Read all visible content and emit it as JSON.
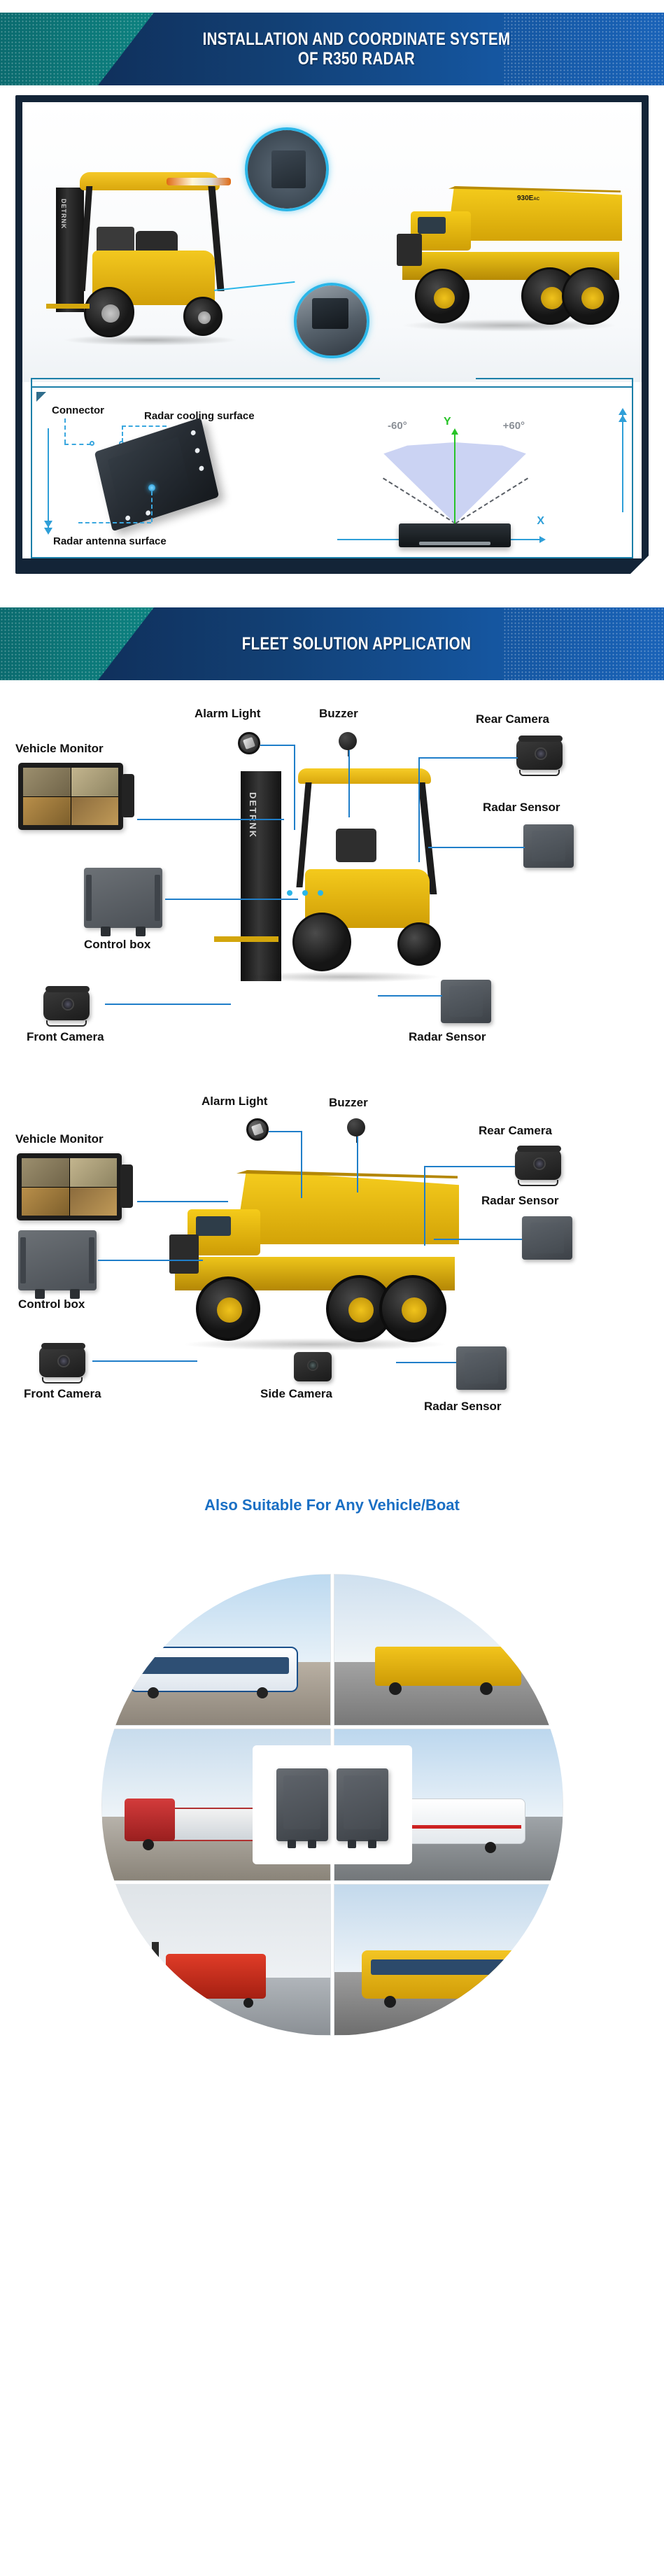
{
  "banner1": {
    "line1": "INSTALLATION AND COORDINATE SYSTEM",
    "line2": "OF R350 RADAR"
  },
  "banner2": {
    "line1": "FLEET SOLUTION APPLICATION"
  },
  "coordinate_diagram": {
    "connector_label": "Connector",
    "cooling_label": "Radar cooling surface",
    "antenna_label": "Radar antenna surface",
    "angle_left": "-60°",
    "angle_right": "+60°",
    "axis_y": "Y",
    "axis_x": "X"
  },
  "vehicle_brand": "DETRNK",
  "truck_model": "930E",
  "truck_model_sub": "AC",
  "fleet_forklift": {
    "labels": [
      {
        "name": "Vehicle Monitor",
        "key": "vehicle-monitor"
      },
      {
        "name": "Alarm Light",
        "key": "alarm-light"
      },
      {
        "name": "Buzzer",
        "key": "buzzer"
      },
      {
        "name": "Rear Camera",
        "key": "rear-camera"
      },
      {
        "name": "Radar Sensor",
        "key": "radar-sensor-top"
      },
      {
        "name": "Control box",
        "key": "control-box"
      },
      {
        "name": "Front Camera",
        "key": "front-camera"
      },
      {
        "name": "Radar Sensor",
        "key": "radar-sensor-bottom"
      }
    ]
  },
  "fleet_truck": {
    "labels": [
      {
        "name": "Vehicle Monitor",
        "key": "vehicle-monitor"
      },
      {
        "name": "Alarm Light",
        "key": "alarm-light"
      },
      {
        "name": "Buzzer",
        "key": "buzzer"
      },
      {
        "name": "Rear Camera",
        "key": "rear-camera"
      },
      {
        "name": "Radar Sensor",
        "key": "radar-sensor-top"
      },
      {
        "name": "Control box",
        "key": "control-box"
      },
      {
        "name": "Front Camera",
        "key": "front-camera"
      },
      {
        "name": "Side Camera",
        "key": "side-camera"
      },
      {
        "name": "Radar Sensor",
        "key": "radar-sensor-bottom"
      }
    ]
  },
  "suitable": {
    "title": "Also Suitable For Any Vehicle/Boat",
    "cells": [
      {
        "key": "tour-bus",
        "caption": ""
      },
      {
        "key": "dump-truck",
        "caption": ""
      },
      {
        "key": "tanker-truck",
        "caption": ""
      },
      {
        "key": "ambulance",
        "caption": ""
      },
      {
        "key": "forklift",
        "caption": ""
      },
      {
        "key": "city-bus",
        "caption": ""
      }
    ]
  },
  "colors": {
    "brand_blue": "#1556a0",
    "brand_teal": "#0e8a86",
    "accent_cyan": "#2bb6e8",
    "dark_panel": "#132437",
    "title_blue": "#1a6fc4"
  }
}
